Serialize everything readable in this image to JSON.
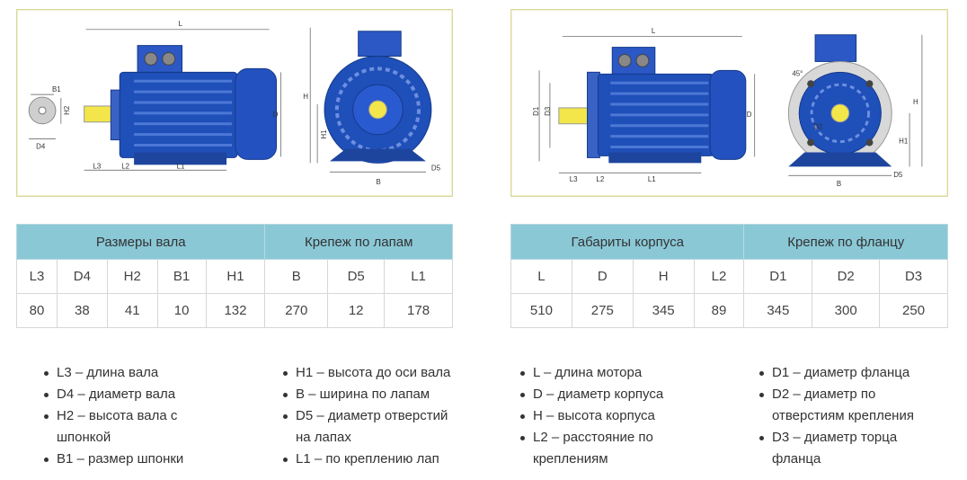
{
  "left": {
    "figure": {
      "labels": {
        "L": "L",
        "B1": "B1",
        "H2": "H2",
        "D4": "D4",
        "L3": "L3",
        "L2": "L2",
        "L1": "L1",
        "D": "D",
        "H": "H",
        "H1": "H1",
        "B": "B",
        "D5": "D5"
      }
    },
    "table": {
      "group1": "Размеры вала",
      "group2": "Крепеж по лапам",
      "headers": [
        "L3",
        "D4",
        "H2",
        "B1",
        "H1",
        "B",
        "D5",
        "L1"
      ],
      "values": [
        "80",
        "38",
        "41",
        "10",
        "132",
        "270",
        "12",
        "178"
      ]
    },
    "legend_col1": [
      "L3 – длина вала",
      "D4 – диаметр вала",
      "H2 – высота вала с шпонкой",
      "B1 – размер шпонки"
    ],
    "legend_col2": [
      "H1 – высота до оси вала",
      "B – ширина по лапам",
      "D5 – диаметр отверстий на лапах",
      "L1 – по креплению лап"
    ]
  },
  "right": {
    "figure": {
      "labels": {
        "L": "L",
        "D1": "D1",
        "D3": "D3",
        "L3": "L3",
        "L2": "L2",
        "L1": "L1",
        "D": "D",
        "H": "H",
        "H1": "H1",
        "B": "B",
        "D5": "D5",
        "D2": "D2",
        "angle": "45°"
      }
    },
    "table": {
      "group1": "Габариты корпуса",
      "group2": "Крепеж по фланцу",
      "headers": [
        "L",
        "D",
        "H",
        "L2",
        "D1",
        "D2",
        "D3"
      ],
      "values": [
        "510",
        "275",
        "345",
        "89",
        "345",
        "300",
        "250"
      ]
    },
    "legend_col1": [
      "L – длина мотора",
      "D – диаметр корпуса",
      "H – высота корпуса",
      "L2 – расстояние по креплениям"
    ],
    "legend_col2": [
      "D1 – диаметр фланца",
      "D2 – диаметр по отверстиям крепления",
      "D3 – диаметр торца фланца"
    ]
  },
  "colors": {
    "motor_blue": "#1f4fb8",
    "table_header": "#8ac8d6",
    "shaft": "#f2e64a"
  }
}
